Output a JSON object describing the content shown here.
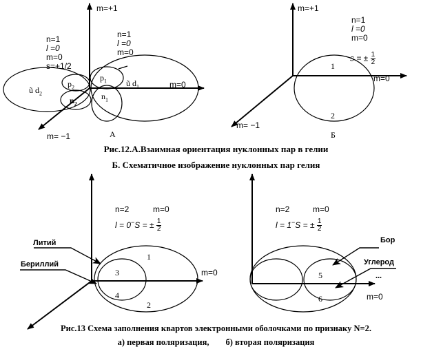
{
  "fig12": {
    "left": {
      "axis_top": "m=+1",
      "axis_right": "m=0",
      "axis_left": "m= −1",
      "block1": [
        "n=1",
        "l =0",
        "m=0",
        "s=+1/2"
      ],
      "block2": [
        "n=1",
        "l =0",
        "m=0"
      ],
      "d2": "ũ  d",
      "d2_sub": "2",
      "d1": "ũ  d",
      "d1_sub": "1",
      "p1": "p",
      "p1_sub": "1",
      "p2": "p",
      "p2_sub": "2",
      "n1": "n",
      "n1_sub": "1",
      "n2": "n",
      "n2_sub": "2",
      "panel": "A"
    },
    "right": {
      "axis_top": "m=+1",
      "axis_right": "m=0",
      "axis_left": "m= −1",
      "block": [
        "n=1",
        "l =0",
        "m=0"
      ],
      "s_eq": "s = ±",
      "frac_num": "1",
      "frac_den": "2",
      "q1": "1",
      "q2": "2",
      "panel": "Б"
    },
    "caption_line1": "Рис.12.А.Взаимная ориентация нуклонных пар в гелии",
    "caption_line2": "Б. Схематичное изображение нуклонных пар гелия"
  },
  "fig13": {
    "left": {
      "n": "n=2",
      "m": "m=0",
      "l_eq": "l = 0",
      "s_part": "S = ±",
      "frac_num": "1",
      "frac_den": "2",
      "lithium": "Литий",
      "beryllium": "Бериллий",
      "q1": "1",
      "q2": "2",
      "q3": "3",
      "q4": "4",
      "axis_right": "m=0"
    },
    "right": {
      "n": "n=2",
      "m": "m=0",
      "l_eq": "l = 1",
      "s_part": "S = ±",
      "frac_num": "1",
      "frac_den": "2",
      "boron": "Бор",
      "carbon": "Углерод",
      "dots": "...",
      "q5": "5",
      "q6": "6",
      "axis_right": "m=0"
    },
    "caption_line1": "Рис.13 Схема заполнения квартов электронными оболочками по признаку N=2.",
    "caption_line2a": "а) первая поляризация,",
    "caption_line2b": "б) вторая поляризация"
  }
}
